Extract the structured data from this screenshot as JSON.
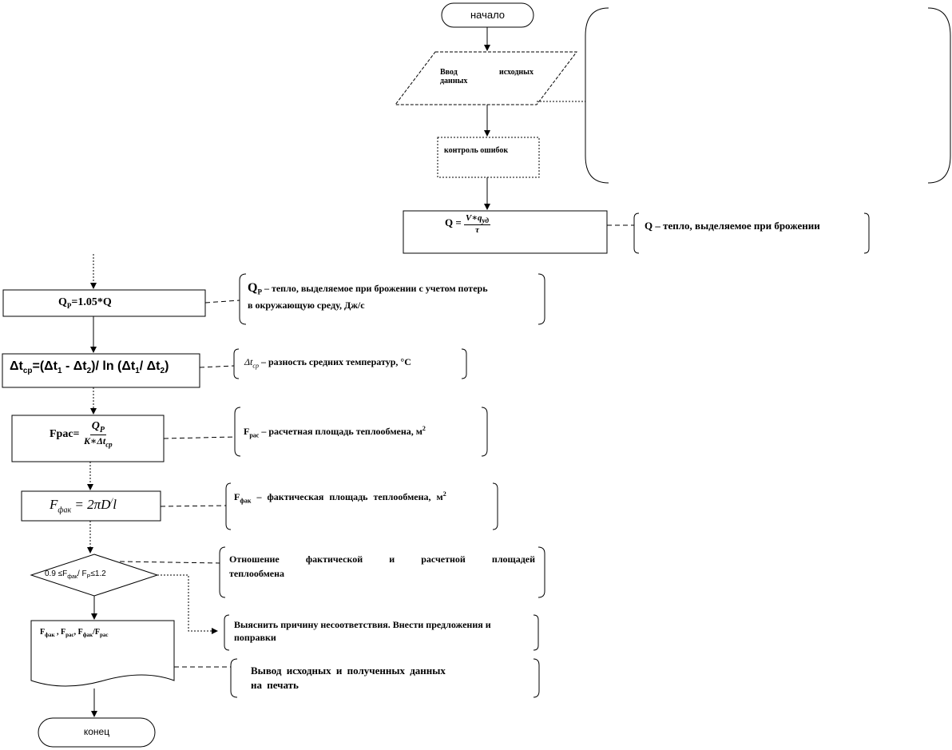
{
  "start_label": "начало",
  "input_label_line1": "Ввод исходных",
  "input_label_line2": "данных",
  "error_check_label": "контроль ошибок",
  "q_formula": {
    "lhs": "Q =",
    "num": "V∗q",
    "num_sub": "уд",
    "den": "τ"
  },
  "q_comment": "Q – тепло, выделяемое при брожении",
  "qp_formula": {
    "sym": "Q",
    "sub": "P",
    "rest": "=1.05*Q"
  },
  "qp_comment": {
    "sym": "Q",
    "sub": "P",
    "line1": " – тепло, выделяемое при брожении с учетом потерь",
    "line2": "в окружающую среду, Дж/с"
  },
  "dt_formula": {
    "p1": "Δt",
    "s1": "ср",
    "p2": "=(Δt",
    "s2": "1",
    "p3": " - Δt",
    "s3": "2",
    "p4": ")/ ln (Δt",
    "s4": "1",
    "p5": "/ Δt",
    "s5": "2",
    "p6": ")"
  },
  "dt_comment": {
    "sym": "Δt",
    "sub": "ср",
    "text": " – разность средних температур, °С"
  },
  "frac_formula": {
    "lhs": "Fрас=",
    "num": "Q",
    "num_sub": "P",
    "den": "K∗Δt",
    "den_sub": "ср"
  },
  "frac_comment": {
    "sym": "F",
    "sub": "рас",
    "text": " – расчетная площадь теплообмена, м",
    "sup": "2"
  },
  "ffact_formula": {
    "sym": "F",
    "sub": "фак",
    "rest": " = 2πD",
    "sup": "/",
    "tail": "l"
  },
  "ffact_comment": {
    "sym": "F",
    "sub": "фак",
    "text": " – фактическая площадь теплообмена, м",
    "sup": "2"
  },
  "decision": {
    "p1": "0.9 ≤F",
    "s1": "фак",
    "p2": "/ F",
    "s2": "P",
    "p3": "≤1.2"
  },
  "decision_comment_line1": "Отношение фактической и расчетной площадей",
  "decision_comment_line2": "теплообмена",
  "mismatch_line1": "Выяснить причину несоответствия. Внести предложения и",
  "mismatch_line2": "поправки",
  "output_doc": {
    "f1": "F",
    "s1": "фак",
    "sep1": " , F",
    "s2": "рас",
    "sep2": ", F",
    "s3": "фак",
    "sep3": "/F",
    "s4": "рас"
  },
  "print_comment_line1": "Вывод исходных и полученных данных",
  "print_comment_line2": "на печать",
  "end_label": "конец"
}
